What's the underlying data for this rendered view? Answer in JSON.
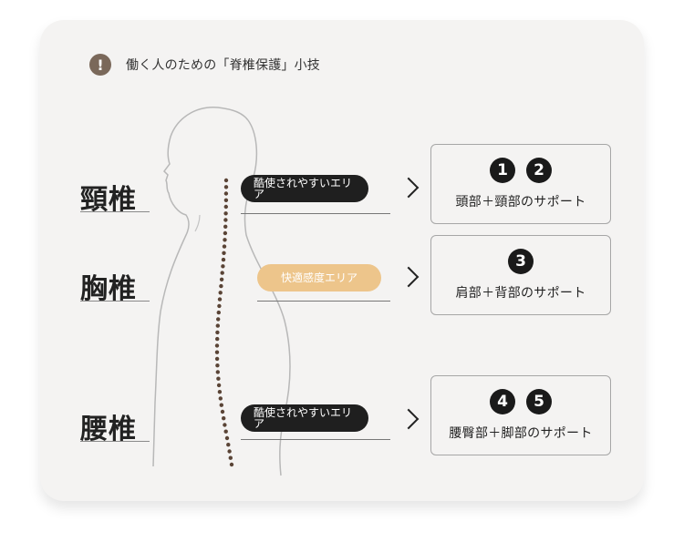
{
  "header": {
    "icon": "exclamation-icon",
    "icon_glyph": "!",
    "title": "働く人のための「脊椎保護」小技"
  },
  "regions": [
    {
      "label": "頸椎",
      "pill": "酷使されやすいエリア",
      "pill_style": "dark",
      "badges": [
        "1",
        "2"
      ],
      "box_label": "頭部＋頸部のサポート"
    },
    {
      "label": "胸椎",
      "pill": "快適感度エリア",
      "pill_style": "light",
      "badges": [
        "3"
      ],
      "box_label": "肩部＋背部のサポート"
    },
    {
      "label": "腰椎",
      "pill": "酷使されやすいエリア",
      "pill_style": "dark",
      "badges": [
        "4",
        "5"
      ],
      "box_label": "腰臀部＋脚部のサポート"
    }
  ],
  "colors": {
    "card_bg": "#f4f3f2",
    "dark_pill": "#1f1f1f",
    "light_pill": "#edc58b",
    "spine_dots": "#5a4436",
    "warn_icon": "#7a685a"
  }
}
